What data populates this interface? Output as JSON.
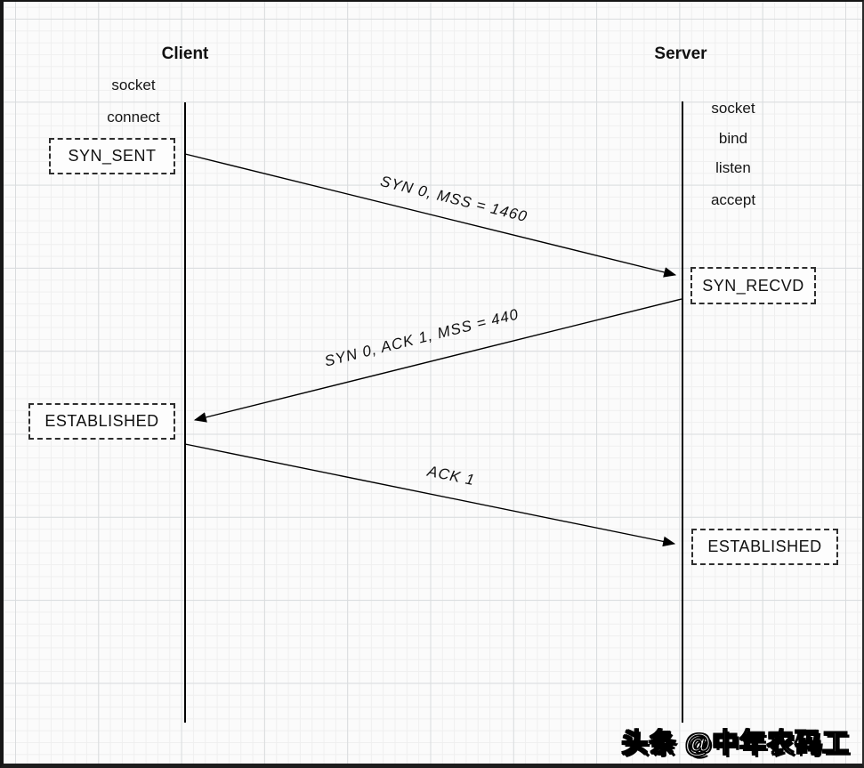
{
  "diagram": {
    "client": {
      "title": "Client",
      "methods": [
        "socket",
        "connect"
      ],
      "states": [
        "SYN_SENT",
        "ESTABLISHED"
      ]
    },
    "server": {
      "title": "Server",
      "methods": [
        "socket",
        "bind",
        "listen",
        "accept"
      ],
      "states": [
        "SYN_RECVD",
        "ESTABLISHED"
      ]
    },
    "messages": [
      {
        "label": "SYN 0, MSS = 1460",
        "from": "client",
        "to": "server"
      },
      {
        "label": "SYN 0, ACK 1, MSS = 440",
        "from": "server",
        "to": "client"
      },
      {
        "label": "ACK 1",
        "from": "client",
        "to": "server"
      }
    ]
  },
  "watermark": "头条 @中年农码工",
  "colors": {
    "line": "#000000",
    "text": "#111111",
    "grid_minor": "#efefef",
    "grid_major": "#d9dcde",
    "background": "#fbfbfb",
    "border": "#161616"
  }
}
